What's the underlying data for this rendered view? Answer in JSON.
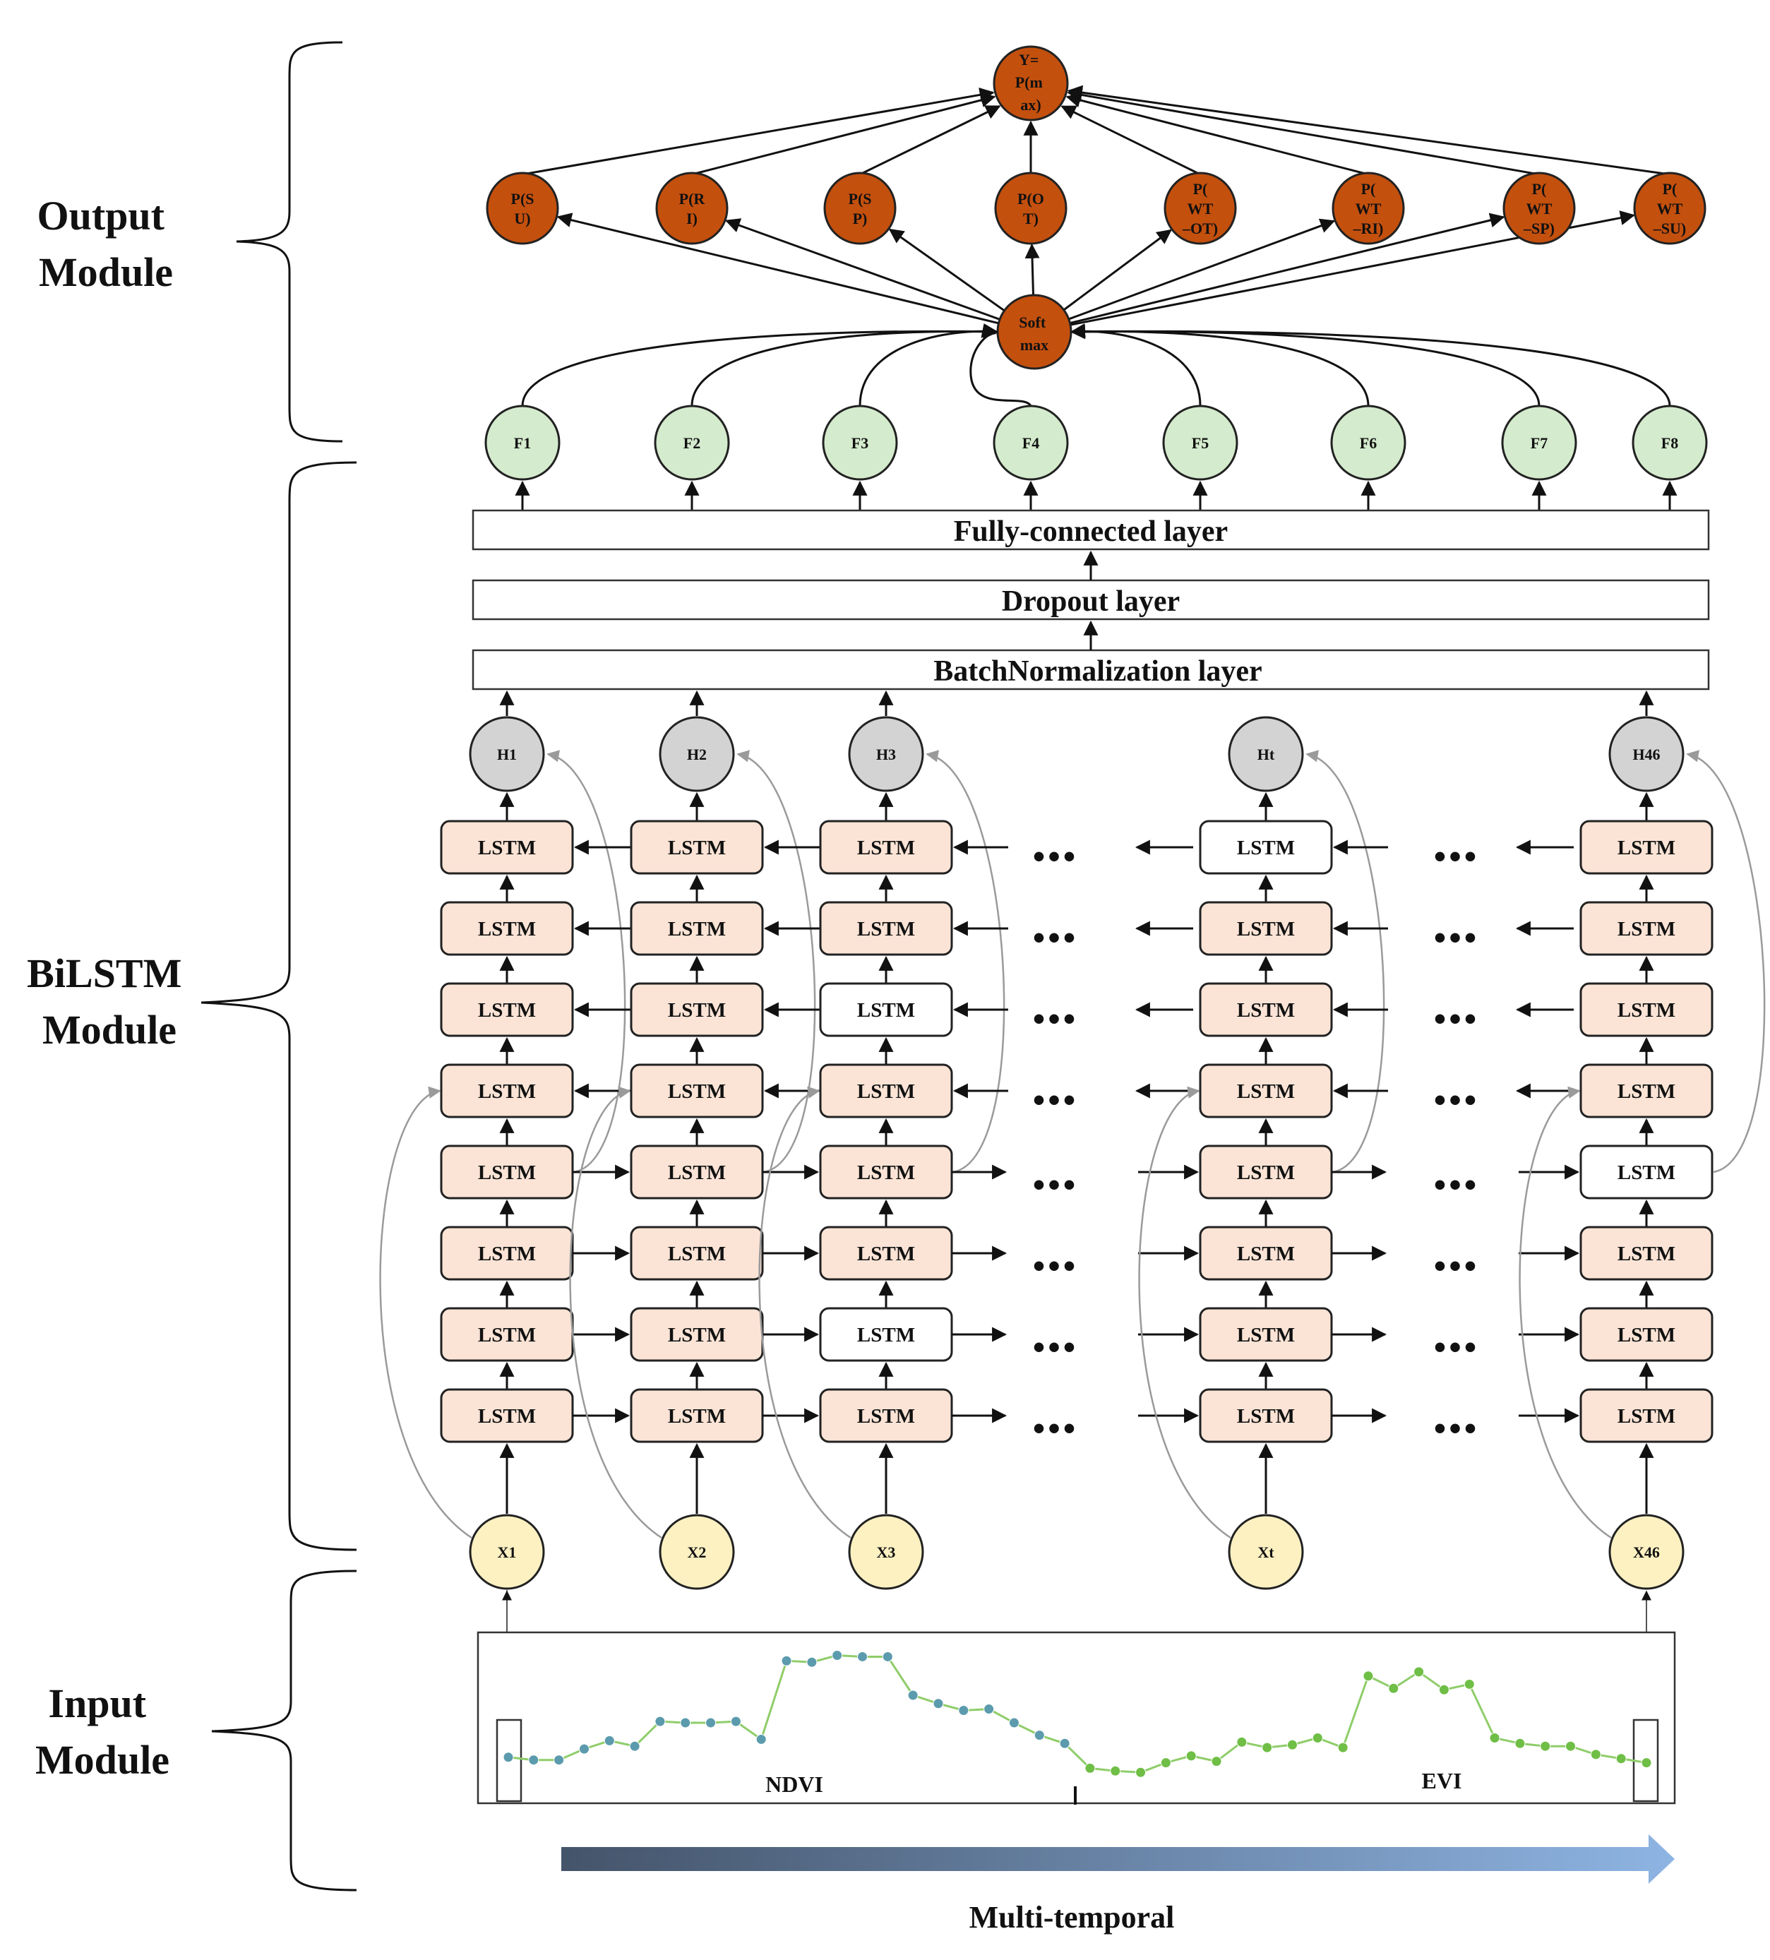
{
  "modules": {
    "output": [
      "Output",
      "Module"
    ],
    "bilstm": [
      "BiLSTM",
      "Module"
    ],
    "input": [
      "Input",
      "Module"
    ]
  },
  "output_node": [
    "Y=",
    "P(m",
    "ax)"
  ],
  "prob_nodes": [
    [
      "P(S",
      "U)"
    ],
    [
      "P(R",
      "I)"
    ],
    [
      "P(S",
      "P)"
    ],
    [
      "P(O",
      "T)"
    ],
    [
      "P(",
      "WT",
      "–OT)"
    ],
    [
      "P(",
      "WT",
      "–RI)"
    ],
    [
      "P(",
      "WT",
      "–SP)"
    ],
    [
      "P(",
      "WT",
      "–SU)"
    ]
  ],
  "softmax_node": [
    "Soft",
    "max"
  ],
  "feature_nodes": [
    "F1",
    "F2",
    "F3",
    "F4",
    "F5",
    "F6",
    "F7",
    "F8"
  ],
  "layers": {
    "fully_connected": "Fully-connected layer",
    "dropout": "Dropout layer",
    "batchnorm": "BatchNormalization layer"
  },
  "hidden_nodes": [
    "H1",
    "H2",
    "H3",
    "Ht",
    "H46"
  ],
  "input_nodes": [
    "X1",
    "X2",
    "X3",
    "Xt",
    "X46"
  ],
  "lstm_label": "LSTM",
  "lstm_white_cells": [
    [
      0,
      3
    ],
    [
      2,
      2
    ],
    [
      4,
      4
    ],
    [
      6,
      2
    ]
  ],
  "ellipsis": "•••",
  "series_labels": {
    "ndvi": "NDVI",
    "evi": "EVI"
  },
  "footer": "Multi-temporal",
  "colors": {
    "output_node": "#c4500e",
    "feature_node": "#d4ebcd",
    "hidden_node": "#d3d3d3",
    "input_node": "#fdf1c2",
    "lstm_cell": "#fbe4d6",
    "ndvi_point": "#5b9bad",
    "evi_point": "#6fbe46",
    "series_line": "#8fcd6a",
    "arrow_start": "#44546a",
    "arrow_end": "#8eb4e3"
  },
  "chart_data": {
    "type": "line",
    "series": [
      {
        "name": "NDVI",
        "values": [
          0.16,
          0.14,
          0.14,
          0.22,
          0.28,
          0.24,
          0.42,
          0.41,
          0.41,
          0.42,
          0.29,
          0.86,
          0.85,
          0.9,
          0.89,
          0.89,
          0.61,
          0.55,
          0.5,
          0.51,
          0.41,
          0.32,
          0.26
        ]
      },
      {
        "name": "EVI",
        "values": [
          0.08,
          0.06,
          0.05,
          0.12,
          0.17,
          0.13,
          0.27,
          0.23,
          0.25,
          0.3,
          0.23,
          0.75,
          0.66,
          0.78,
          0.65,
          0.69,
          0.3,
          0.26,
          0.24,
          0.24,
          0.18,
          0.15,
          0.12
        ]
      }
    ]
  }
}
